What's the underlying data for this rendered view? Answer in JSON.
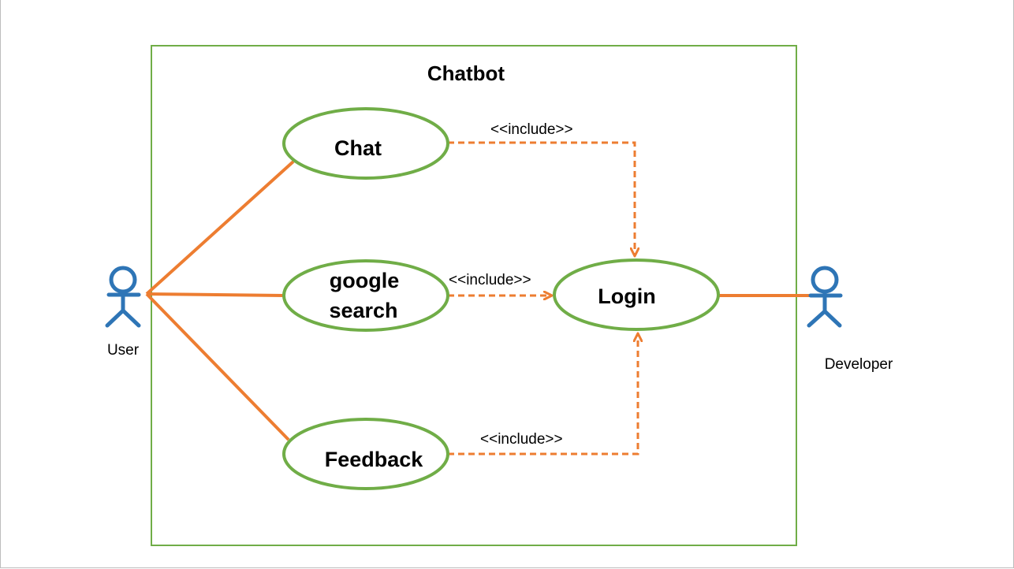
{
  "system": {
    "title": "Chatbot"
  },
  "actors": {
    "user": {
      "label": "User"
    },
    "developer": {
      "label": "Developer"
    }
  },
  "use_cases": {
    "chat": {
      "label": "Chat"
    },
    "google_search": {
      "line1": "google",
      "line2": "search"
    },
    "login": {
      "label": "Login"
    },
    "feedback": {
      "label": "Feedback"
    }
  },
  "relations": {
    "chat_include": "<<include>>",
    "search_include": "<<include>>",
    "feedback_include": "<<include>>"
  },
  "colors": {
    "boundary": "#70ad47",
    "use_case_border": "#70ad47",
    "connector": "#ed7d31",
    "actor": "#2e75b6"
  }
}
